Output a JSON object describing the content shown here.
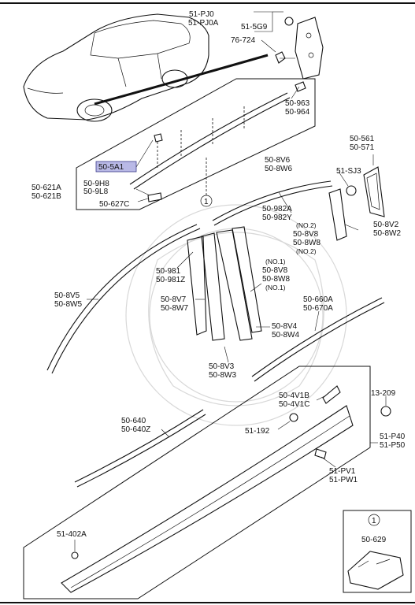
{
  "labels": {
    "l_51pj0": "51-PJ0",
    "l_51pj0a": "51-PJ0A",
    "l_515g9": "51-5G9",
    "l_76724": "76-724",
    "l_50963": "50-963",
    "l_50964": "50-964",
    "l_505a1": "50-5A1",
    "l_509h8": "50-9H8",
    "l_509l8": "50-9L8",
    "l_50621a": "50-621A",
    "l_50621b": "50-621B",
    "l_50627c": "50-627C",
    "l_508v6": "50-8V6",
    "l_508w6": "50-8W6",
    "l_50561": "50-561",
    "l_50571": "50-571",
    "l_51sj3": "51-SJ3",
    "l_50982a": "50-982A",
    "l_50982y": "50-982Y",
    "l_no2a": "(NO.2)",
    "l_508v8a": "50-8V8",
    "l_508w8a": "50-8W8",
    "l_no2b": "(NO.2)",
    "l_508v2": "50-8V2",
    "l_508w2": "50-8W2",
    "l_50981": "50-981",
    "l_50981z": "50-981Z",
    "l_no1a": "(NO.1)",
    "l_508v8b": "50-8V8",
    "l_508w8b": "50-8W8",
    "l_no1b": "(NO.1)",
    "l_508v5": "50-8V5",
    "l_508w5": "50-8W5",
    "l_508v7": "50-8V7",
    "l_508w7": "50-8W7",
    "l_50660a": "50-660A",
    "l_50670a": "50-670A",
    "l_508v4": "50-8V4",
    "l_508w4": "50-8W4",
    "l_508v3": "50-8V3",
    "l_508w3": "50-8W3",
    "l_504v1b": "50-4V1B",
    "l_504v1c": "50-4V1C",
    "l_13209": "13-209",
    "l_50640": "50-640",
    "l_50640z": "50-640Z",
    "l_51192": "51-192",
    "l_51p40": "51-P40",
    "l_51p50": "51-P50",
    "l_51pv1": "51-PV1",
    "l_51pw1": "51-PW1",
    "l_51402a": "51-402A",
    "l_50629": "50-629",
    "ref_one_a": "1",
    "ref_one_b": "1"
  },
  "highlight_color": "#b9b9e6"
}
